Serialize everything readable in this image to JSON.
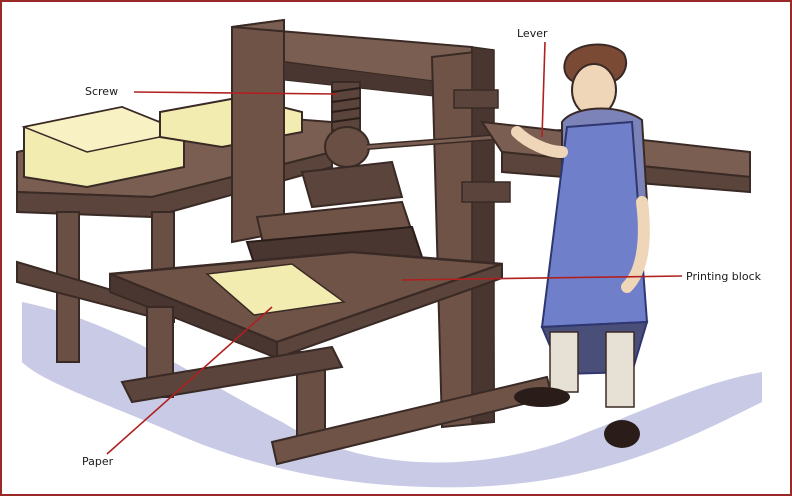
{
  "labels": {
    "screw": "Screw",
    "lever": "Lever",
    "printing_block": "Printing block",
    "paper": "Paper"
  },
  "colors": {
    "frame": "#9a2a2a",
    "wood": "#6f5347",
    "wood_dark": "#4a3630",
    "shadow": "#c9cbe6",
    "paper": "#f3ecb0",
    "apron": "#6f7fc9",
    "leader": "#b02020"
  }
}
